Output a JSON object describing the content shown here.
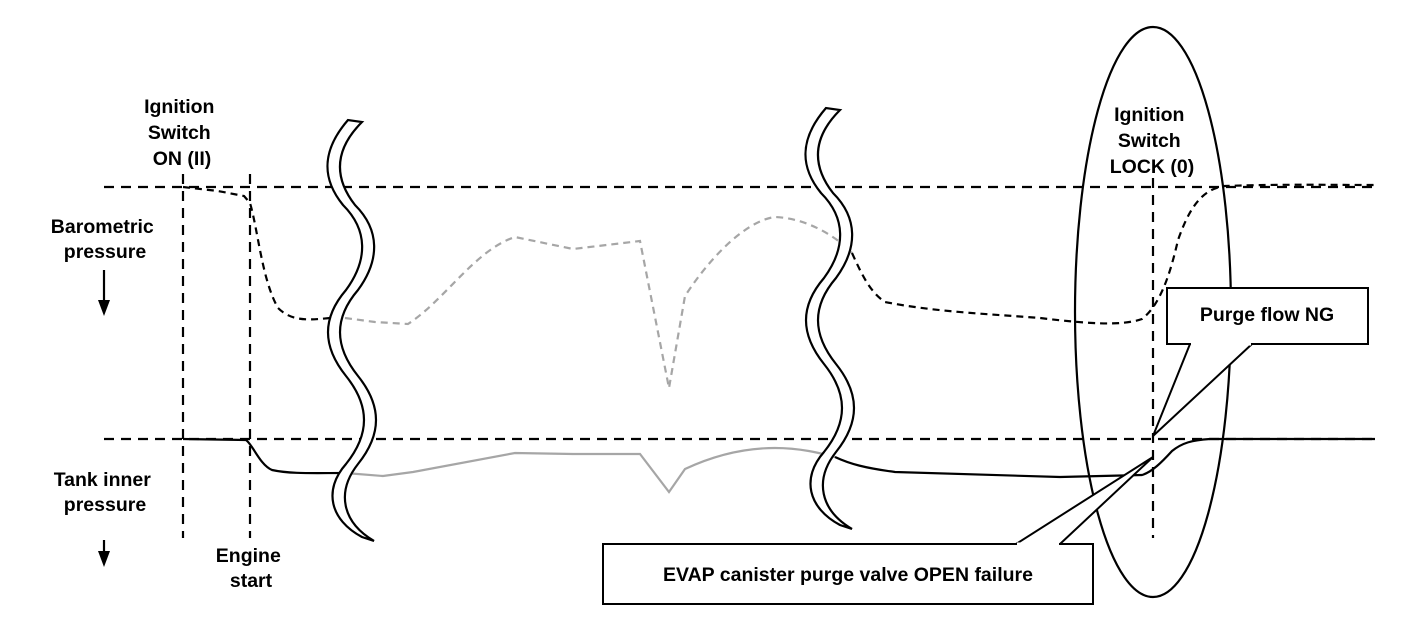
{
  "labels": {
    "ignition_on": [
      "Ignition",
      "Switch",
      "ON (II)"
    ],
    "ignition_lock": [
      "Ignition",
      "Switch",
      "LOCK (0)"
    ],
    "barometric": [
      "Barometric",
      "pressure"
    ],
    "tank_inner": [
      "Tank inner",
      "pressure"
    ],
    "engine_start": [
      "Engine",
      "start"
    ],
    "purge_flow_ng": "Purge flow NG",
    "evap_failure": "EVAP canister purge valve OPEN failure"
  },
  "colors": {
    "line": "#000000",
    "faded_line": "#a6a6a6",
    "background": "#ffffff"
  }
}
